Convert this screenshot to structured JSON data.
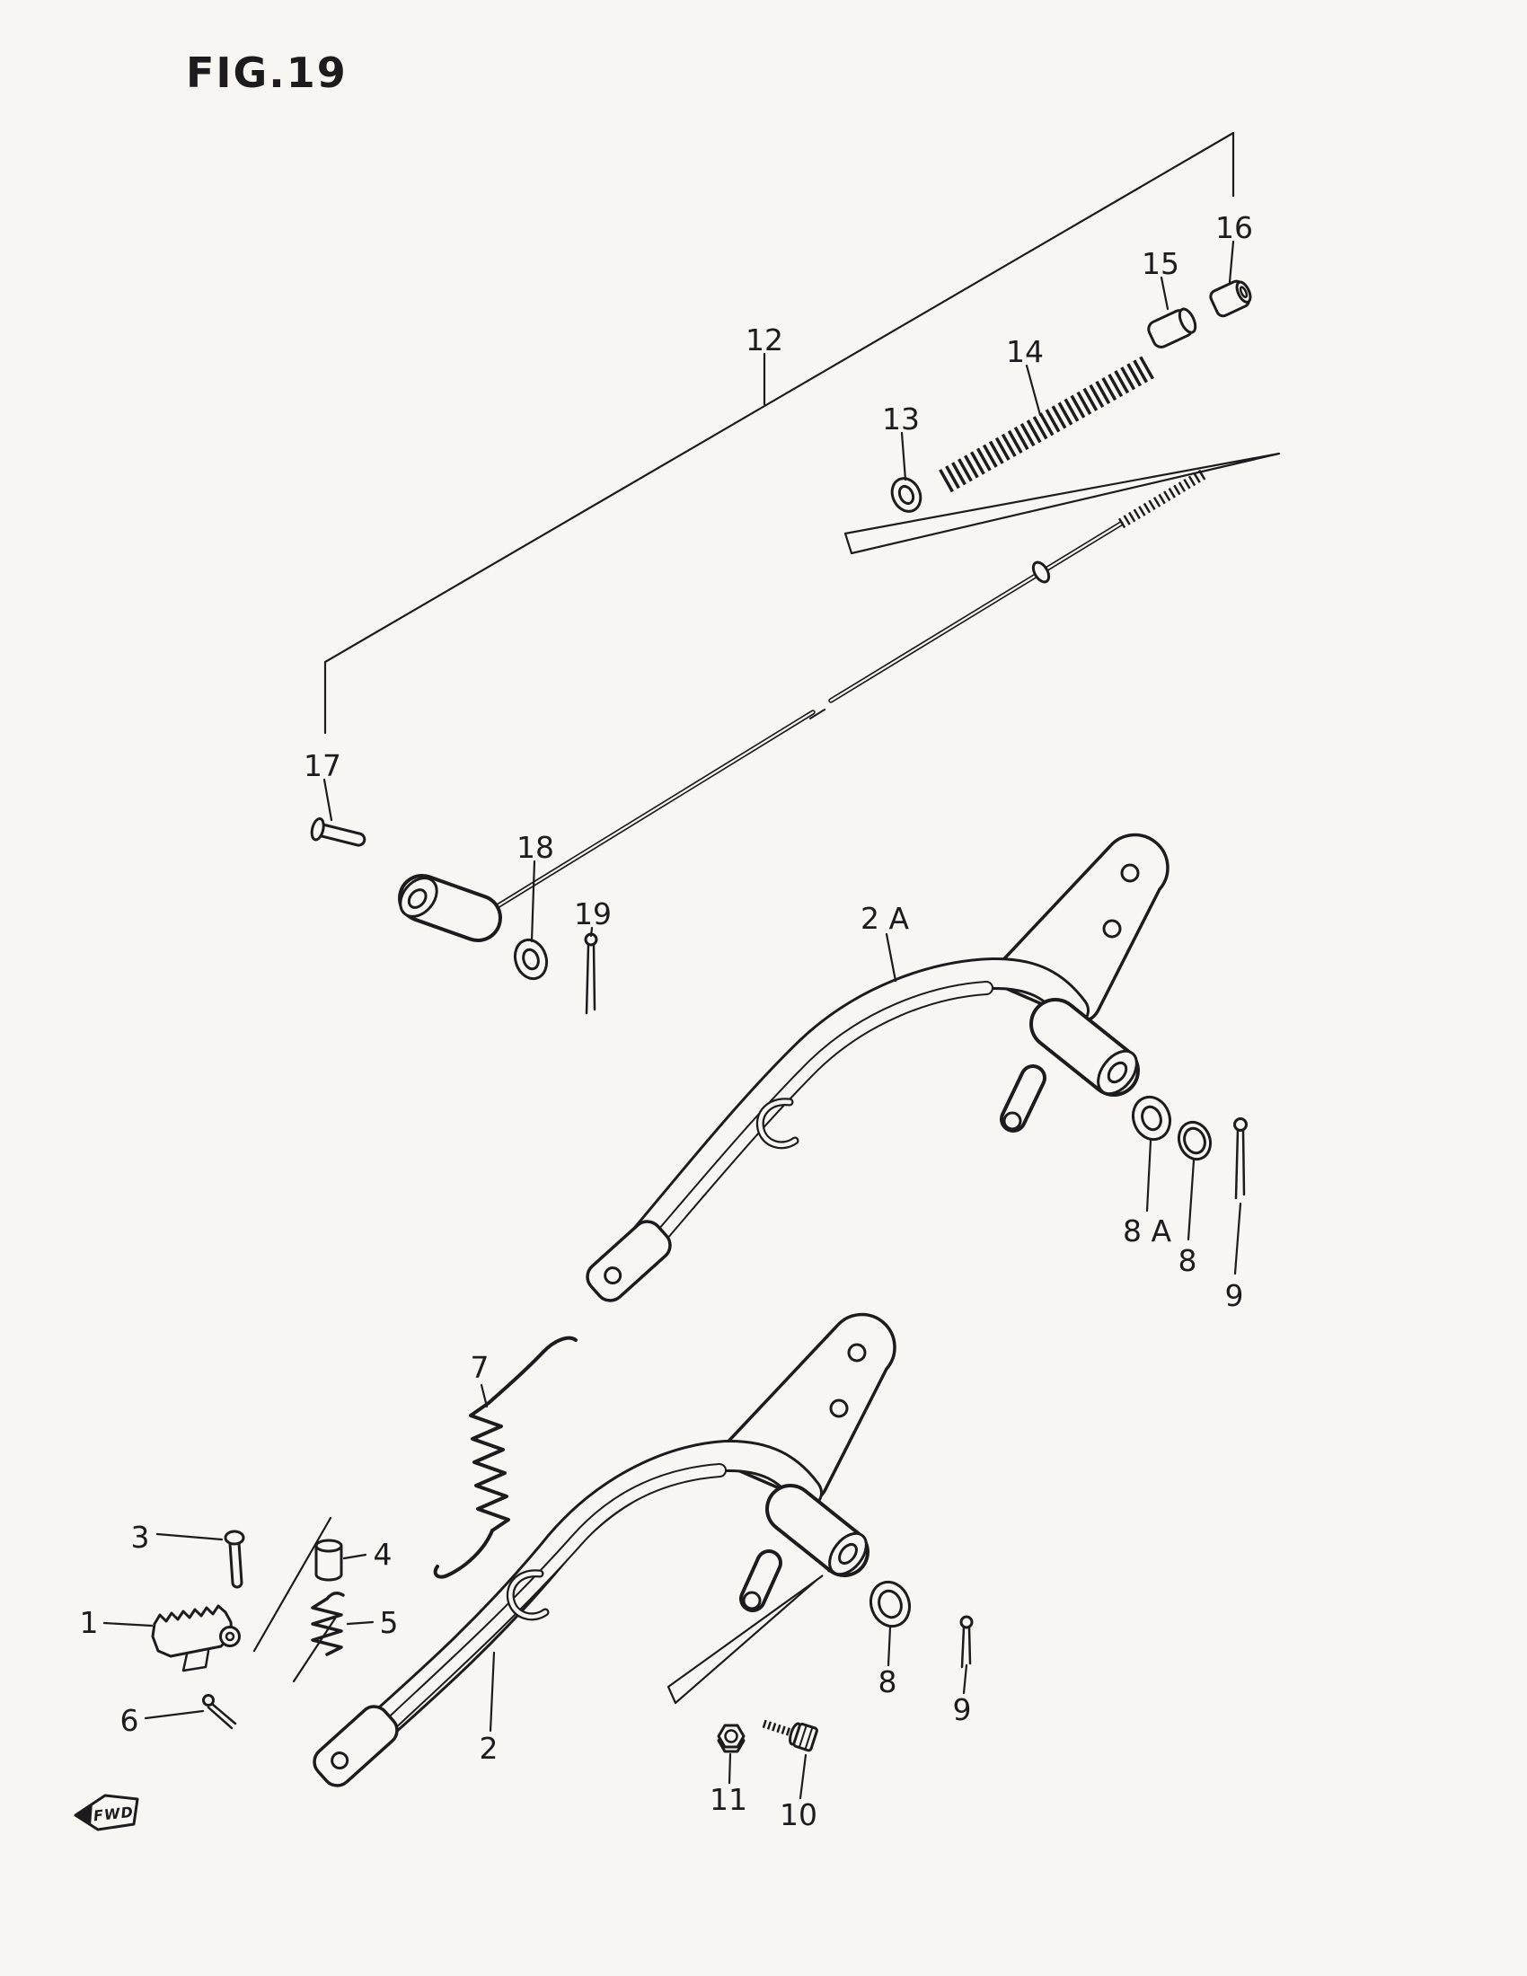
{
  "figure": {
    "title": "FIG.19",
    "fwd_label": "FWD"
  },
  "callouts": {
    "c1": "1",
    "c2": "2",
    "c2a": "2 A",
    "c3": "3",
    "c4": "4",
    "c5": "5",
    "c6": "6",
    "c7": "7",
    "c8_upper": "8",
    "c8a": "8 A",
    "c8_lower": "8",
    "c9_upper": "9",
    "c9_lower": "9",
    "c10": "10",
    "c11": "11",
    "c12": "12",
    "c13": "13",
    "c14": "14",
    "c15": "15",
    "c16": "16",
    "c17": "17",
    "c18": "18",
    "c19": "19"
  },
  "colors": {
    "ink": "#1c1c1c",
    "paper": "#f7f6f2"
  }
}
